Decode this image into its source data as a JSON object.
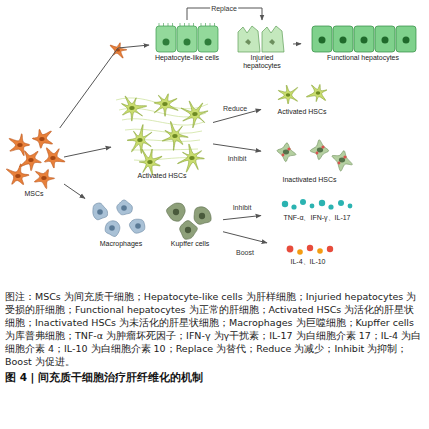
{
  "diagram": {
    "title": "图 4 | 间充质干细胞治疗肝纤维化的机制",
    "caption": "图注：MSCs 为间充质干细胞；Hepatocyte-like cells 为肝样细胞；Injuried hepatocytes 为受损的肝细胞；Functional hepatocytes 为正常的肝细胞；Activated HSCs 为活化的肝星状细胞；Inactivated HSCs 为未活化的肝星状细胞；Macrophages 为巨噬细胞；Kupffer cells 为库普弗细胞；TNF-α 为肿瘤坏死因子；IFN-γ 为γ干扰素；IL-17 为白细胞介素 17；IL-4 为白细胞介素 4；IL-10 为白细胞介素 10；Replace 为替代；Reduce 为减少；Inhibit 为抑制；Boost 为促进。",
    "nodes": [
      {
        "text": [
          "MSCs"
        ]
      },
      {
        "text": [
          "Hepatocyte-like cells"
        ]
      },
      {
        "text": [
          "Injuried hepatocytes"
        ]
      },
      {
        "text": [
          "Functional hepatocytes"
        ]
      },
      {
        "text": [
          "Activated HSCs"
        ]
      },
      {
        "text": [
          "Activated HSCs"
        ]
      },
      {
        "text": [
          "Inactivated HSCs"
        ]
      },
      {
        "text": [
          "Macrophages"
        ]
      },
      {
        "text": [
          "Kupffer cells"
        ]
      },
      {
        "text": [
          "TNF-α、IFN-γ、IL-17"
        ]
      },
      {
        "text": [
          "IL-4、IL-10"
        ]
      }
    ],
    "edges": [
      {
        "from": 0,
        "to": 1,
        "arrow": "to"
      },
      {
        "from": 1,
        "to": 2,
        "label": "Replace",
        "arrow": "to"
      },
      {
        "from": 2,
        "to": 3,
        "arrow": "to"
      },
      {
        "from": 0,
        "to": 4,
        "arrow": "to"
      },
      {
        "from": 0,
        "to": 7,
        "arrow": "to"
      },
      {
        "from": 4,
        "to": 5,
        "label": "Reduce",
        "arrow": "to"
      },
      {
        "from": 4,
        "to": 6,
        "label": "Inhibit",
        "arrow": "to"
      },
      {
        "from": 8,
        "to": 9,
        "label": "Inhibit",
        "arrow": "to"
      },
      {
        "from": 8,
        "to": 10,
        "label": "Boost",
        "arrow": "to"
      }
    ]
  }
}
